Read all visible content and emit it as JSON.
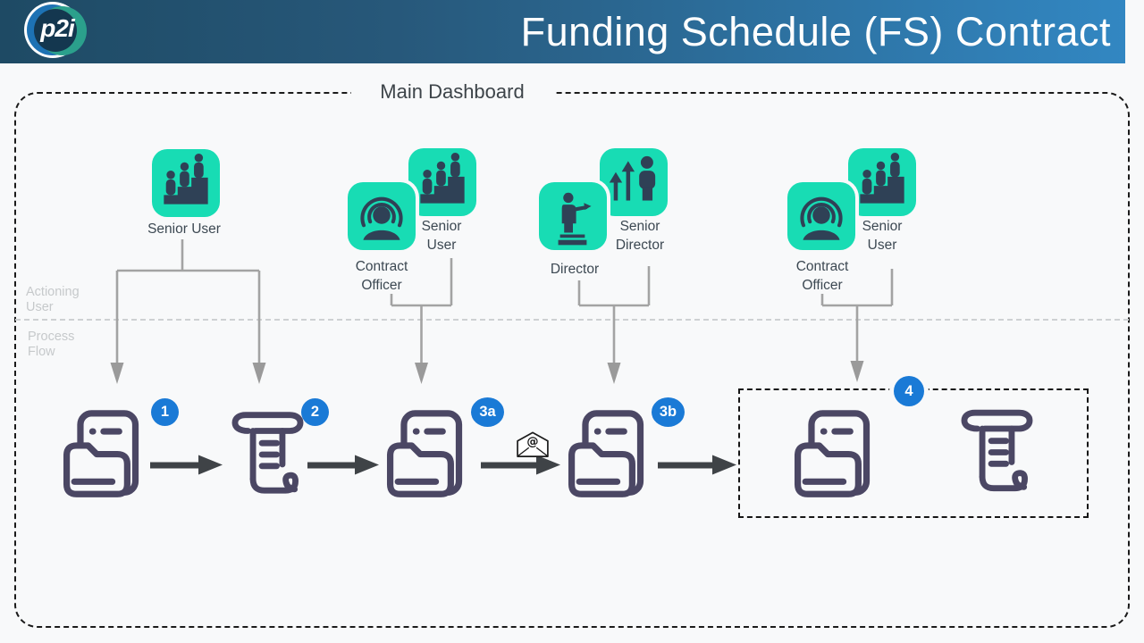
{
  "header": {
    "logo": "p2i",
    "title": "Funding Schedule (FS) Contract"
  },
  "dashboard_label": "Main Dashboard",
  "lanes": {
    "top": "Actioning User",
    "bottom": "Process Flow"
  },
  "role_groups": [
    {
      "single": "Senior User",
      "single_icon": "senior-user-icon"
    },
    {
      "front": "Contract Officer",
      "front_icon": "contract-officer-icon",
      "back": "Senior User",
      "back_icon": "senior-user-icon"
    },
    {
      "front": "Director",
      "front_icon": "director-icon",
      "back": "Senior Director",
      "back_icon": "senior-director-icon"
    },
    {
      "front": "Contract Officer",
      "front_icon": "contract-officer-icon",
      "back": "Senior User",
      "back_icon": "senior-user-icon"
    }
  ],
  "steps": [
    {
      "badge": "1",
      "icon": "documents-folder-icon"
    },
    {
      "badge": "2",
      "icon": "contract-scroll-icon"
    },
    {
      "badge": "3a",
      "icon": "documents-folder-icon"
    },
    {
      "badge": "3b",
      "icon": "documents-folder-icon"
    },
    {
      "badge": "4",
      "icon": "documents-folder-icon + contract-scroll-icon",
      "container": "dashed-outcome-box"
    }
  ],
  "email": {
    "symbol": "@"
  },
  "colors": {
    "header_gradient_start": "#1e4a64",
    "header_gradient_end": "#3287c2",
    "tile_teal": "#18dcb4",
    "glyph_navy": "#2f4156",
    "step_outline": "#4b4764",
    "badge_blue": "#1a7ad6",
    "connector_gray": "#a3a3a3",
    "arrow_dark": "#3f4347",
    "background": "#f8f9fa"
  }
}
